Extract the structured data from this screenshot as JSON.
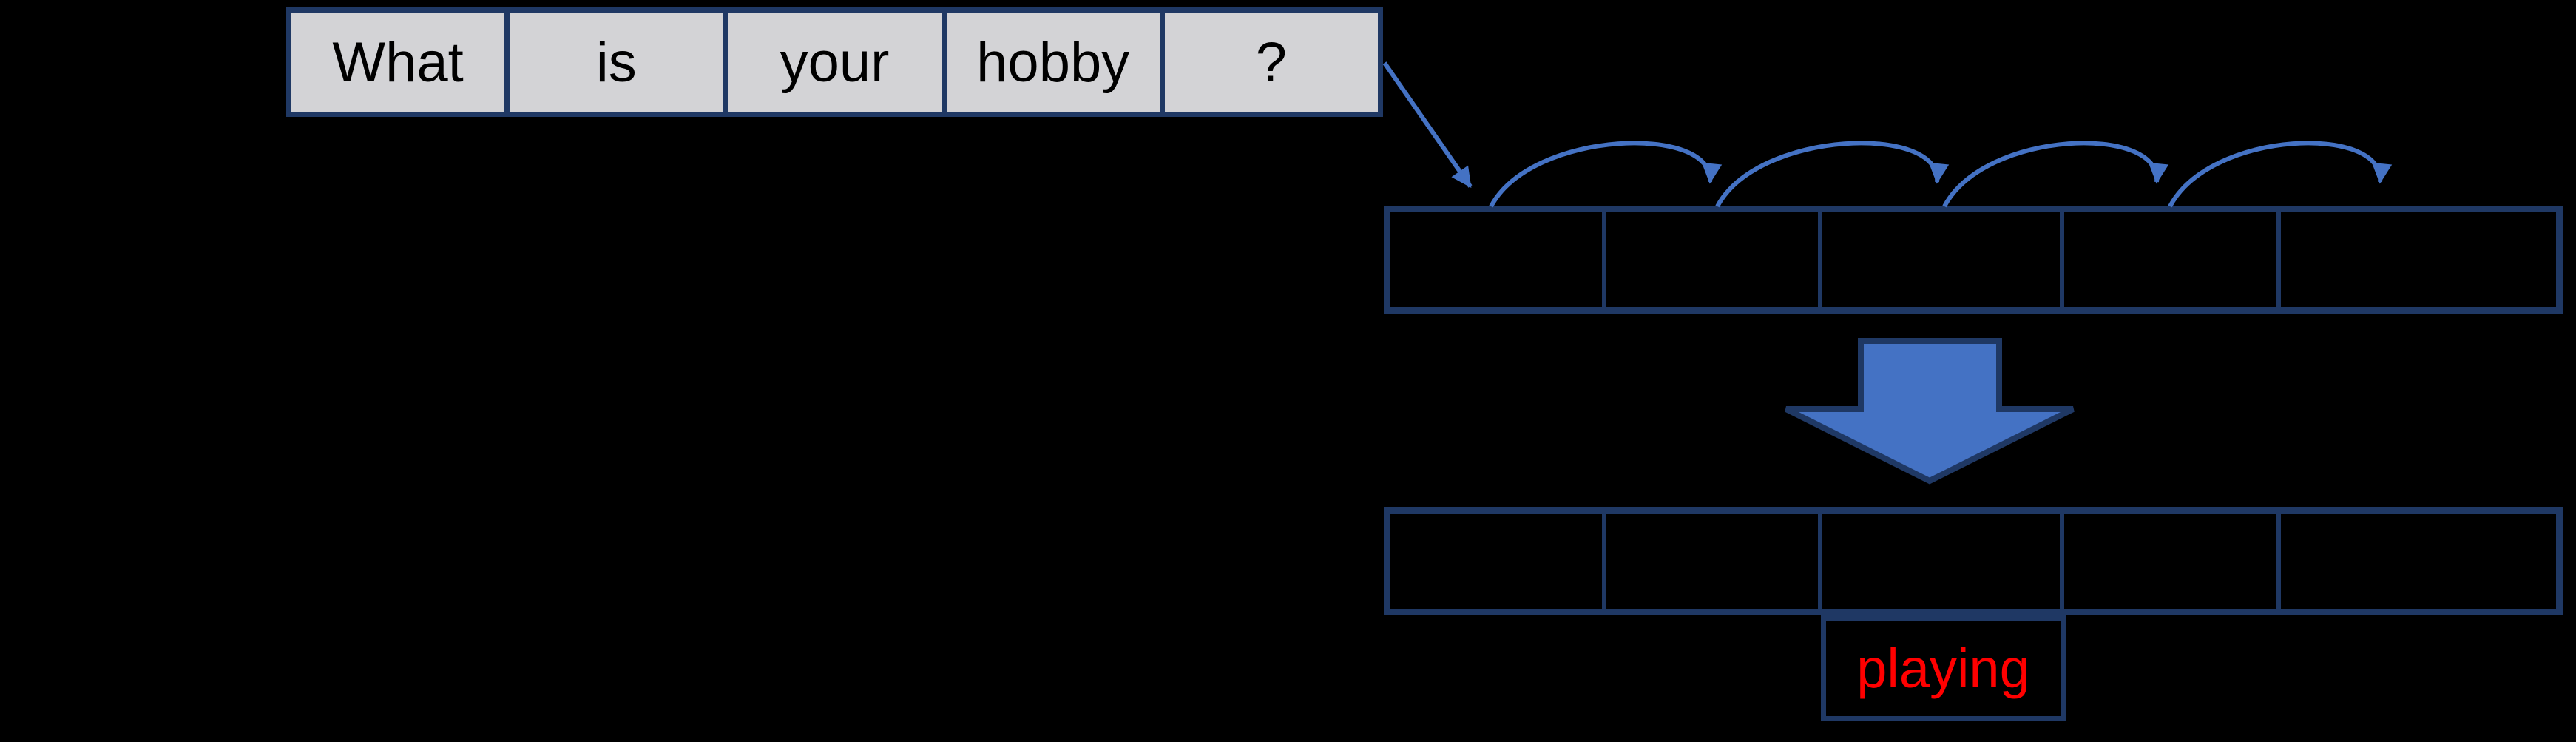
{
  "sentence": {
    "tokens": [
      "What",
      "is",
      "your",
      "hobby",
      "?"
    ]
  },
  "hidden_row": {
    "cells": [
      "",
      "",
      "",
      "",
      ""
    ]
  },
  "output_row": {
    "cells": [
      "",
      "",
      "",
      "",
      ""
    ]
  },
  "predicted_word": {
    "label": "playing"
  },
  "colors": {
    "background": "#000000",
    "token_box_fill": "#d3d3d6",
    "box_border": "#1f3864",
    "arrow_blue": "#4472c4",
    "token_text": "#000000",
    "predicted_word_text": "#ff0000"
  },
  "icons": {
    "diagonal_arrow": "straight-arrow-down-right",
    "hop_arrow": "curved-hop-arrow",
    "down_arrow": "block-down-arrow"
  }
}
